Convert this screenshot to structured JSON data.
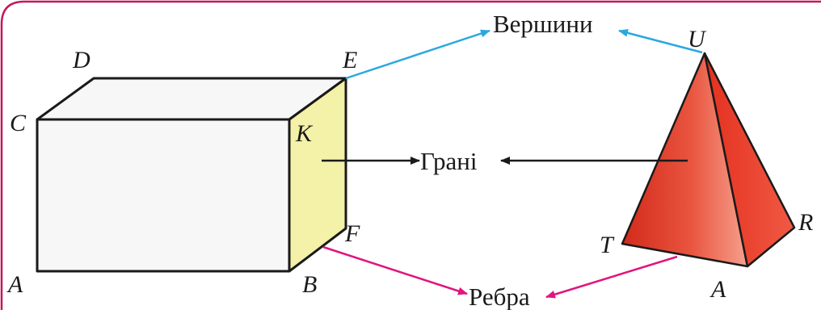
{
  "labels": {
    "vertices": "Вершини",
    "faces": "Грані",
    "edges": "Ребра"
  },
  "box_vertices": {
    "D": "D",
    "E": "E",
    "C": "C",
    "K": "K",
    "F": "F",
    "A": "A",
    "B": "B"
  },
  "pyramid_vertices": {
    "U": "U",
    "R": "R",
    "T": "T",
    "A": "A"
  },
  "colors": {
    "frame": "#c2185b",
    "box_edge": "#1a1a1a",
    "box_front": "#f7f7f7",
    "box_side": "#f4f1a8",
    "vertices_arrow": "#29a8e0",
    "faces_arrow": "#1a1a1a",
    "edges_arrow": "#e0157f",
    "pyramid_light": "#f07a63",
    "pyramid_dark": "#d72418"
  }
}
